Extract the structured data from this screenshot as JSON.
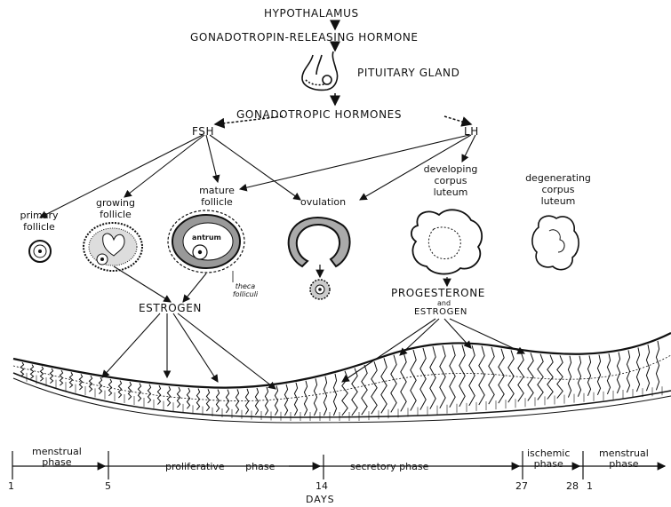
{
  "cascade": {
    "hypothalamus": "HYPOTHALAMUS",
    "gnrh": "GONADOTROPIN-RELEASING HORMONE",
    "pituitary": "PITUITARY GLAND",
    "gonadotropic": "GONADOTROPIC HORMONES",
    "fsh": "FSH",
    "lh": "LH"
  },
  "follicles": {
    "primary": [
      "primary",
      "follicle"
    ],
    "growing": [
      "growing",
      "follicle"
    ],
    "mature": [
      "mature",
      "follicle"
    ],
    "antrum": "antrum",
    "theca": [
      "theca",
      "folliculi"
    ],
    "ovulation": "ovulation",
    "developing": [
      "developing",
      "corpus",
      "luteum"
    ],
    "degenerating": [
      "degenerating",
      "corpus",
      "luteum"
    ]
  },
  "hormones": {
    "estrogen": "ESTROGEN",
    "progesterone": "PROGESTERONE",
    "and": "and",
    "estrogen2": "ESTROGEN"
  },
  "timeline": {
    "phases": {
      "menstrual1": [
        "menstrual",
        "phase"
      ],
      "proliferative": "proliferative phase",
      "secretory": "secretory phase",
      "ischemic": [
        "ischemic",
        "phase"
      ],
      "menstrual2": [
        "menstrual",
        "phase"
      ]
    },
    "ticks": [
      "1",
      "5",
      "14",
      "27",
      "28",
      "1"
    ],
    "axis_label": "DAYS"
  }
}
